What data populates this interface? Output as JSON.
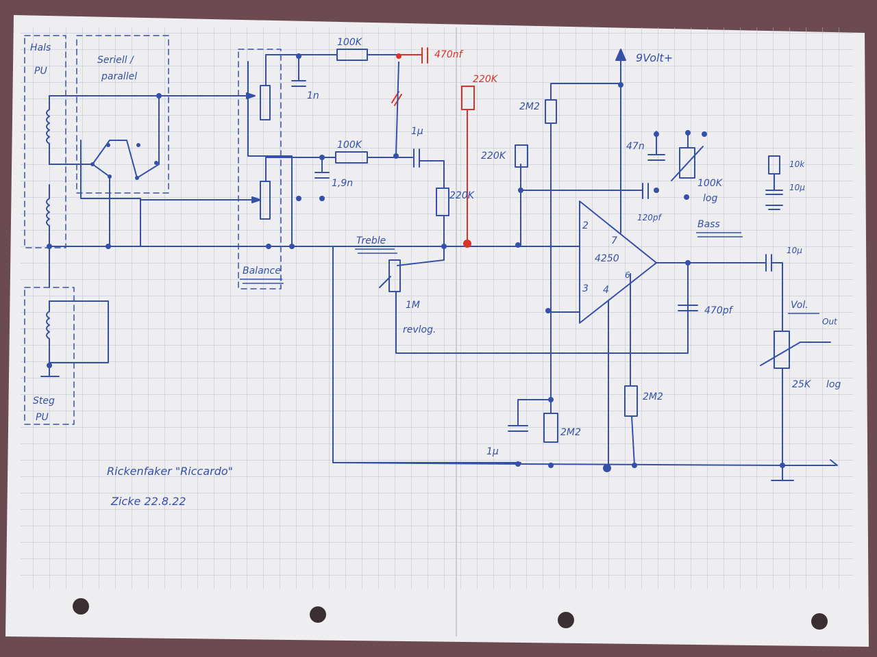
{
  "labels": {
    "hals_pu": [
      "Hals",
      "PU"
    ],
    "seriell_parallel": [
      "Seriell /",
      "parallel"
    ],
    "steg_pu": [
      "Steg",
      "PU"
    ],
    "balance": "Balance",
    "treble": "Treble",
    "treble_pot": [
      "1M",
      "revlog."
    ],
    "r_100k_top": "100K",
    "r_100k_mid": "100K",
    "c_1n": "1n",
    "c_1_9n": "1,9n",
    "c_470nf": "470nf",
    "r_220k_red": "220K",
    "c_1u_mid": "1µ",
    "r_220k_mid": "220K",
    "supply": "9Volt+",
    "r_2m2_top": "2M2",
    "r_220k_right": "220K",
    "c_47n": "47n",
    "bass_pot": [
      "100K",
      "log"
    ],
    "bass": "Bass",
    "c_120pf": "120pf",
    "r_10k": "10k",
    "c_10u_top": "10µ",
    "opamp_name": "4250",
    "pin2": "2",
    "pin3": "3",
    "pin4": "4",
    "pin6": "6",
    "pin7": "7",
    "c_10u_out": "10µ",
    "c_470pf": "470pf",
    "vol": "Vol.",
    "out": "Out",
    "vol_pot": [
      "25K",
      "log"
    ],
    "r_2m2_right": "2M2",
    "r_2m2_bottom": "2M2",
    "c_1u_bottom": "1µ",
    "title": "Rickenfaker \"Riccardo\"",
    "date": "Zicke 22.8.22"
  },
  "colors": {
    "paper": "#eeeef0",
    "grid": "#b9bfcc",
    "ink": "#3450a8",
    "red_ink": "#d8332b",
    "background": "#6b4a52"
  }
}
